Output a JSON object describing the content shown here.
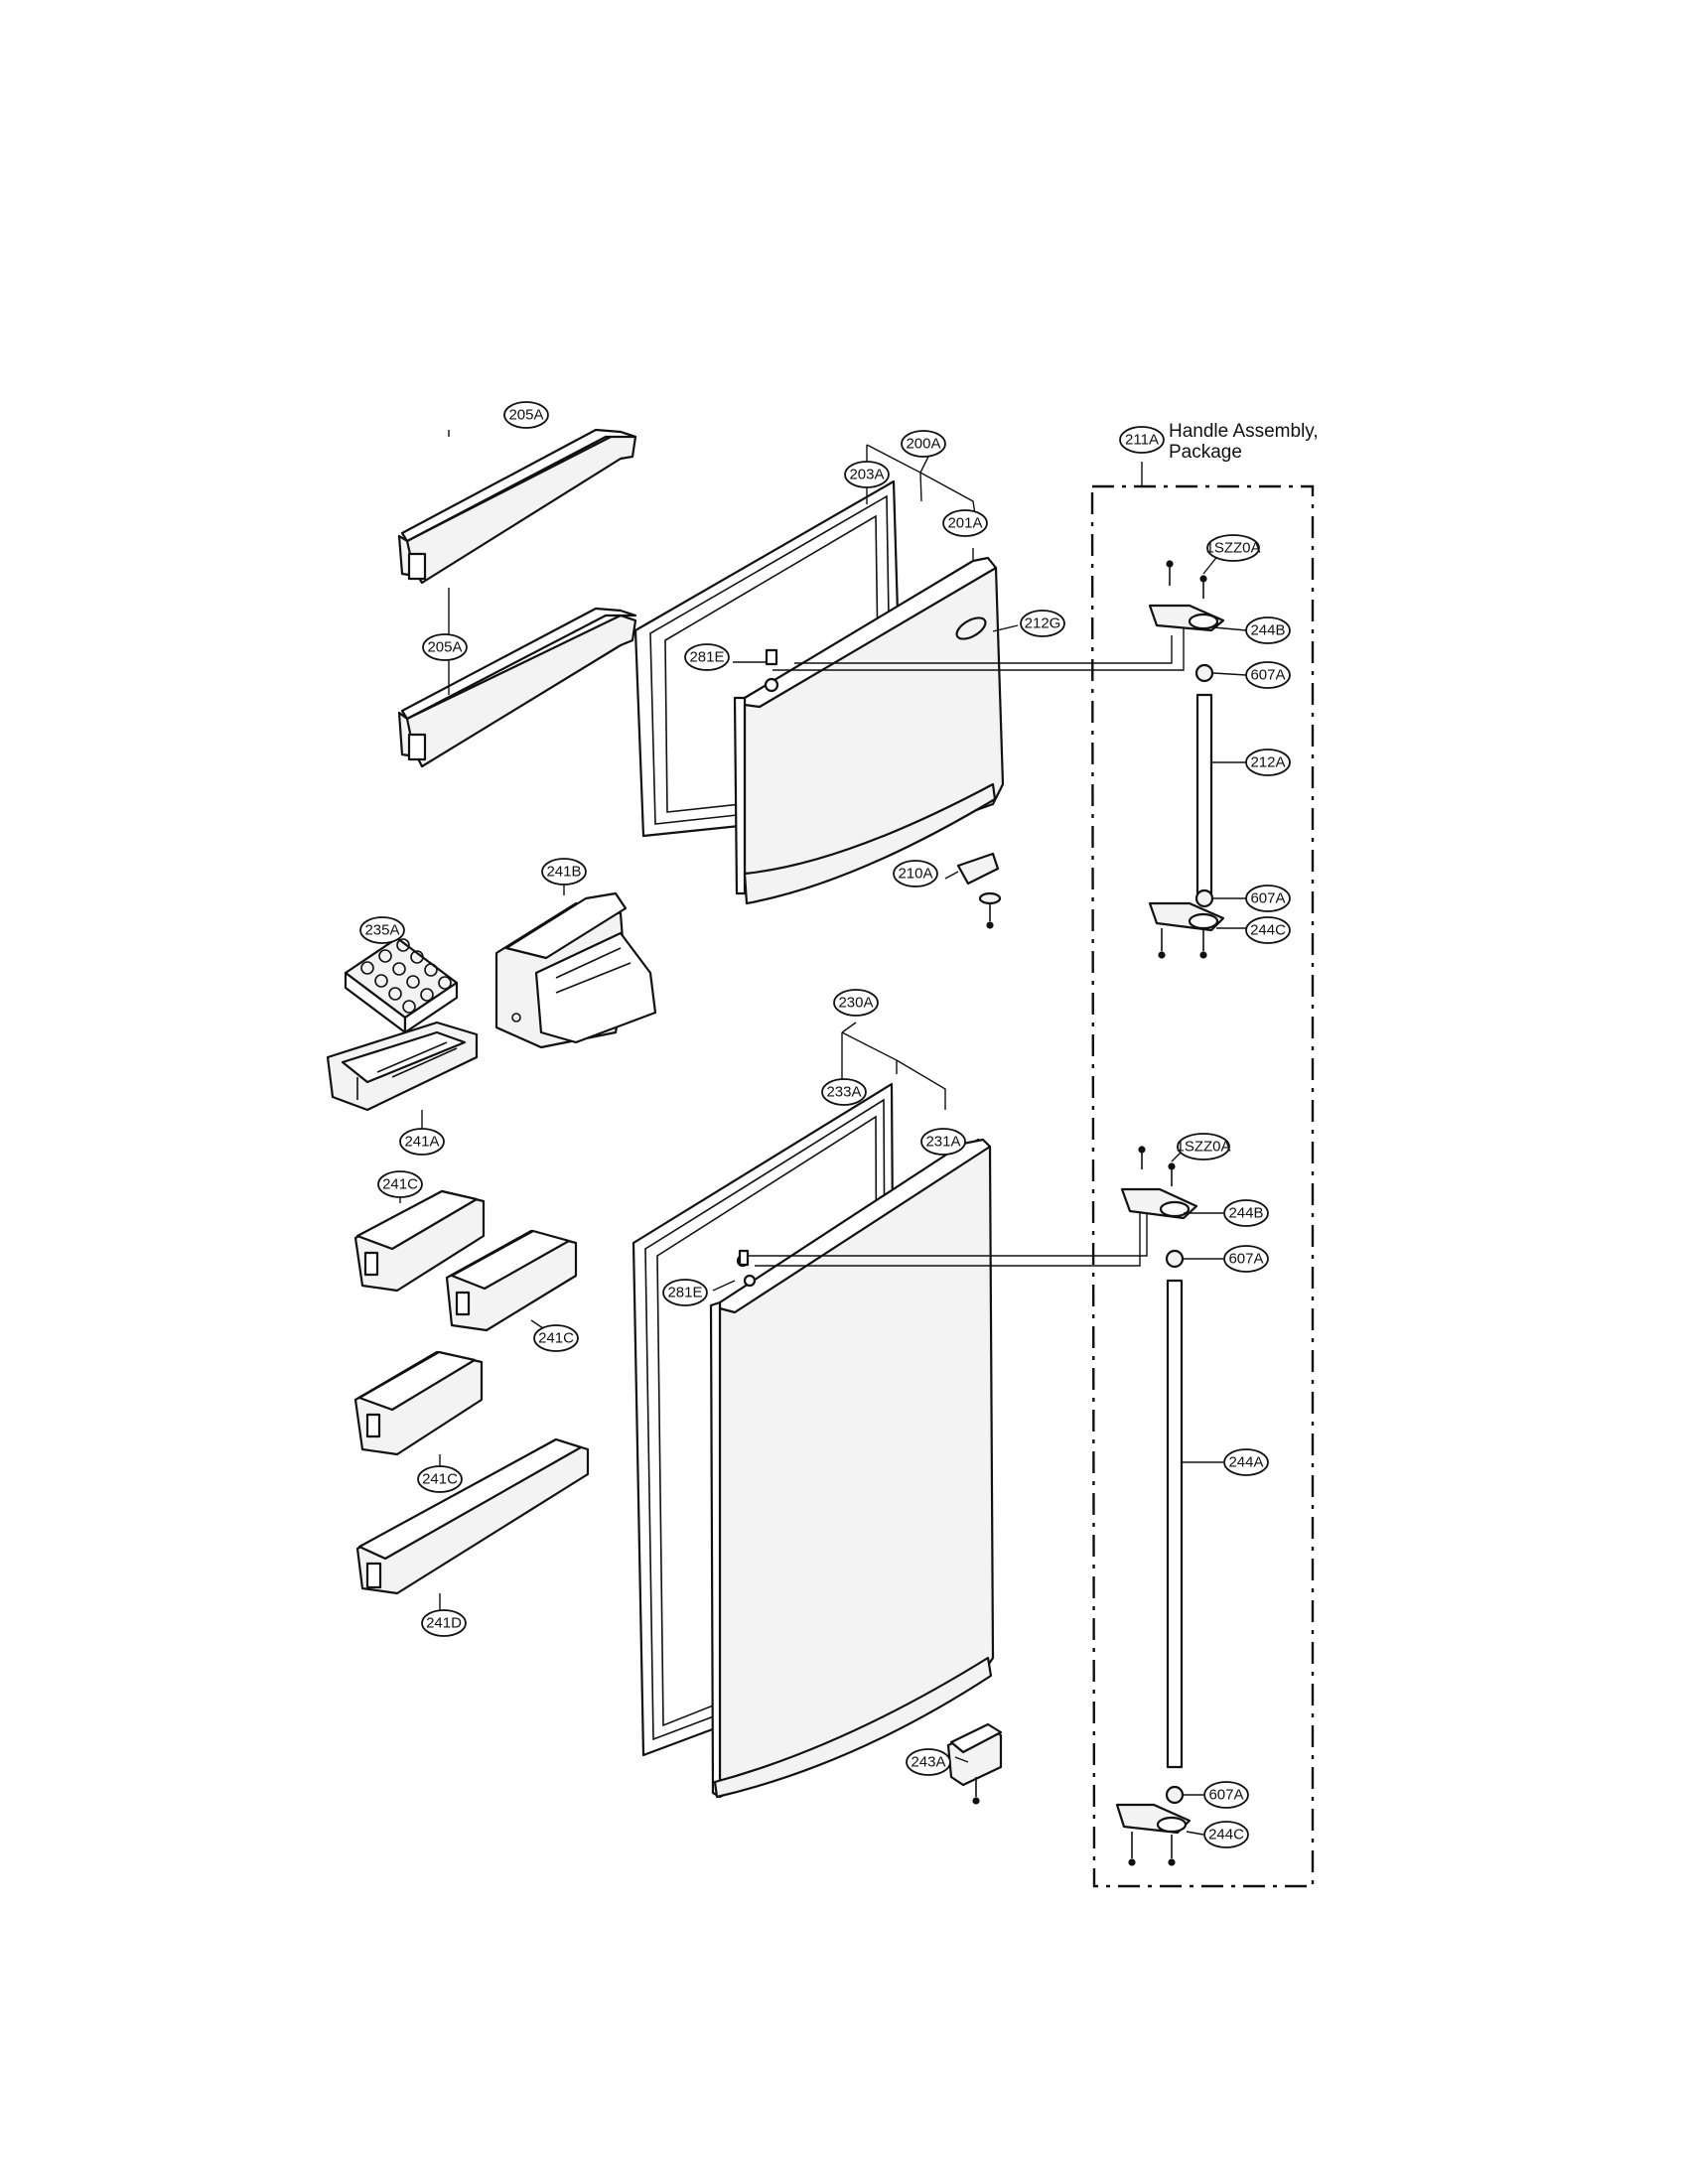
{
  "handle_assembly": {
    "title_line1": "Handle Assembly,",
    "title_line2": "Package"
  },
  "callouts": {
    "c205A_top": "205A",
    "c205A_bottom": "205A",
    "c200A": "200A",
    "c203A": "203A",
    "c201A": "201A",
    "c212G": "212G",
    "c281E_top": "281E",
    "c210A": "210A",
    "c241B": "241B",
    "c235A": "235A",
    "c241A": "241A",
    "c230A": "230A",
    "c233A": "233A",
    "c231A": "231A",
    "c281E_bottom": "281E",
    "c241C_1": "241C",
    "c241C_2": "241C",
    "c241C_3": "241C",
    "c241D": "241D",
    "c243A": "243A",
    "c211A": "211A",
    "c1SZZ0A_top": "1SZZ0A",
    "c244B_top": "244B",
    "c607A_1": "607A",
    "c212A": "212A",
    "c607A_2": "607A",
    "c244C_top": "244C",
    "c1SZZ0A_bottom": "1SZZ0A",
    "c244B_bottom": "244B",
    "c607A_3": "607A",
    "c244A": "244A",
    "c607A_4": "607A",
    "c244C_bottom": "244C"
  },
  "colors": {
    "line": "#111111",
    "paper": "#ffffff"
  }
}
